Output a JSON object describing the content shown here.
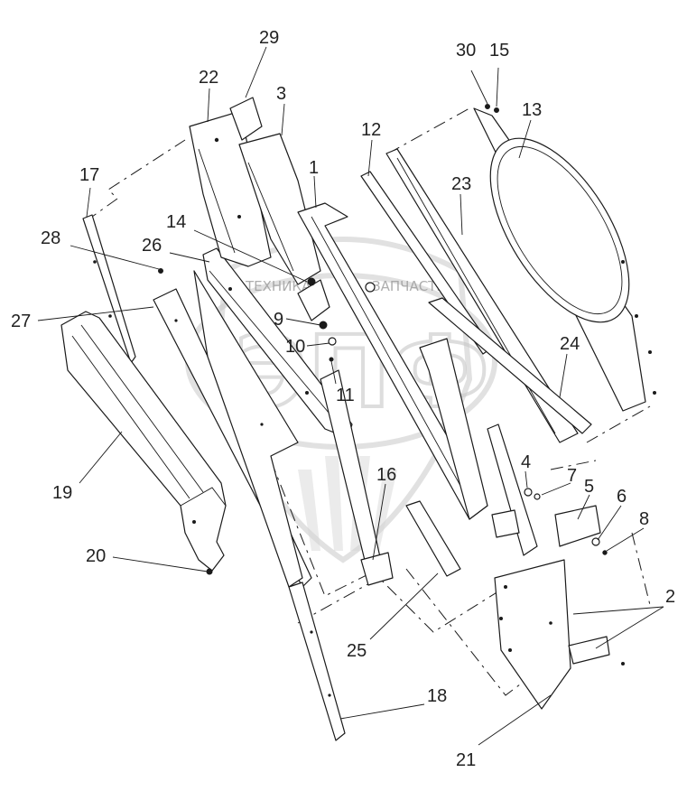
{
  "watermark": {
    "left_text": "ТЕХНИКА",
    "right_text": "ЗАПЧАСТИ",
    "logo_letters": "ЭПФ"
  },
  "callouts": [
    {
      "id": "c1",
      "label": "1"
    },
    {
      "id": "c2",
      "label": "2"
    },
    {
      "id": "c3",
      "label": "3"
    },
    {
      "id": "c4",
      "label": "4"
    },
    {
      "id": "c5",
      "label": "5"
    },
    {
      "id": "c6",
      "label": "6"
    },
    {
      "id": "c7",
      "label": "7"
    },
    {
      "id": "c8",
      "label": "8"
    },
    {
      "id": "c9",
      "label": "9"
    },
    {
      "id": "c10",
      "label": "10"
    },
    {
      "id": "c11",
      "label": "11"
    },
    {
      "id": "c12",
      "label": "12"
    },
    {
      "id": "c13",
      "label": "13"
    },
    {
      "id": "c14",
      "label": "14"
    },
    {
      "id": "c15",
      "label": "15"
    },
    {
      "id": "c16",
      "label": "16"
    },
    {
      "id": "c17",
      "label": "17"
    },
    {
      "id": "c18",
      "label": "18"
    },
    {
      "id": "c19",
      "label": "19"
    },
    {
      "id": "c20",
      "label": "20"
    },
    {
      "id": "c21",
      "label": "21"
    },
    {
      "id": "c22",
      "label": "22"
    },
    {
      "id": "c23",
      "label": "23"
    },
    {
      "id": "c24",
      "label": "24"
    },
    {
      "id": "c25",
      "label": "25"
    },
    {
      "id": "c26",
      "label": "26"
    },
    {
      "id": "c27",
      "label": "27"
    },
    {
      "id": "c28",
      "label": "28"
    },
    {
      "id": "c29",
      "label": "29"
    },
    {
      "id": "c30",
      "label": "30"
    }
  ]
}
